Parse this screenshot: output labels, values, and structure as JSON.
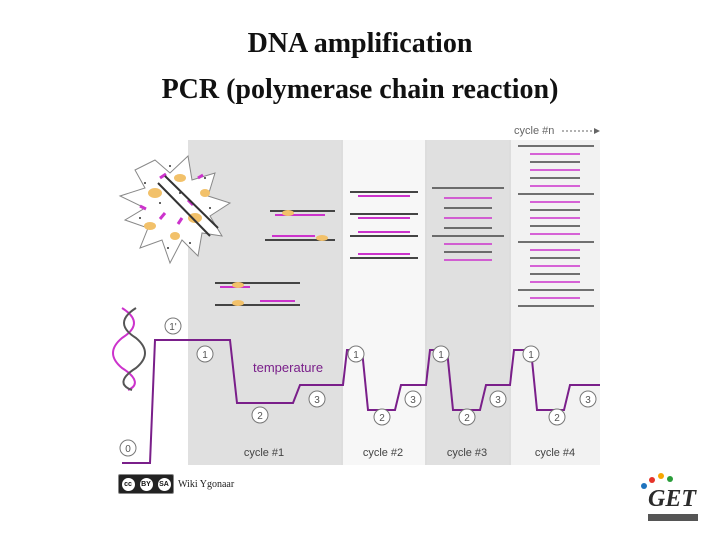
{
  "title_line1": "DNA amplification",
  "title_line2": "PCR (polymerase chain reaction)",
  "diagram": {
    "cycle_n_label": "cycle #n",
    "temperature_label": "temperature",
    "step_labels": [
      "0",
      "1'",
      "1",
      "2",
      "3"
    ],
    "cycle_labels": [
      "cycle #1",
      "cycle #2",
      "cycle #3",
      "cycle #4"
    ]
  },
  "credit": {
    "text": "Wiki Ygonaar",
    "license_badge": [
      "cc",
      "BY",
      "SA"
    ]
  },
  "logo_text": "GET"
}
